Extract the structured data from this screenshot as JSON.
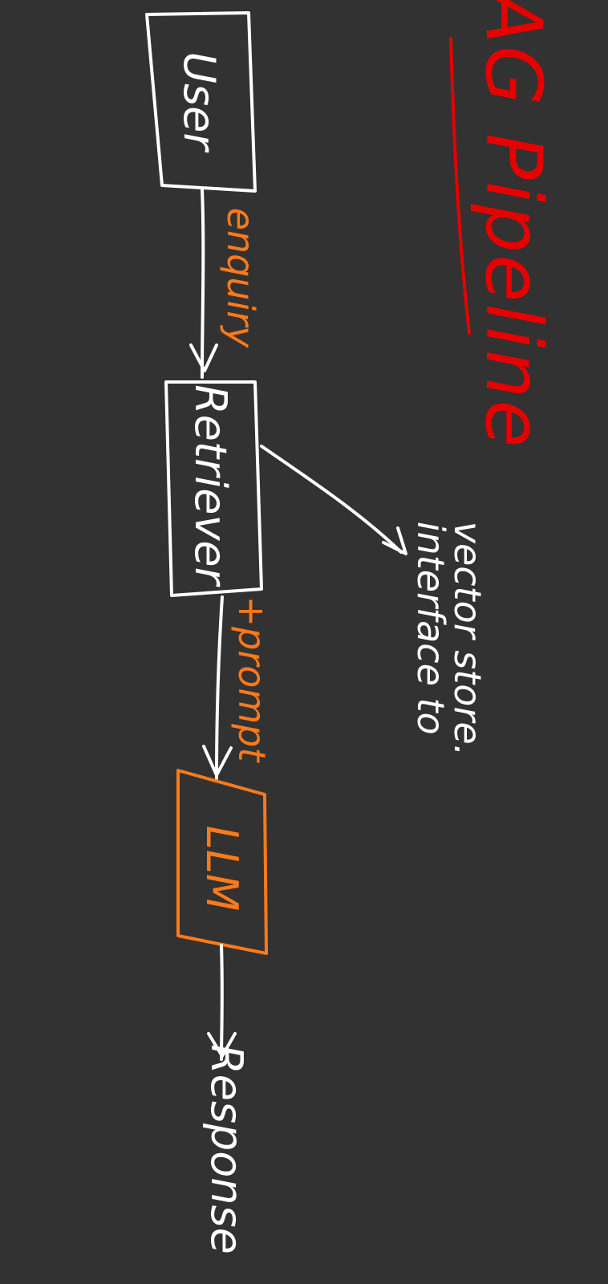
{
  "title": "RAG Pipeline",
  "nodes": {
    "user": "User",
    "retriever": "Retriever",
    "llm": "LLM",
    "response": "Response"
  },
  "edges": {
    "user_to_retriever": "enquiry",
    "retriever_to_llm": "+prompt"
  },
  "note": {
    "line1": "interface to",
    "line2": "vector store."
  },
  "colors": {
    "background": "#323232",
    "ink": "#ffffff",
    "accent": "#ff7a1a",
    "title": "#e60000"
  }
}
